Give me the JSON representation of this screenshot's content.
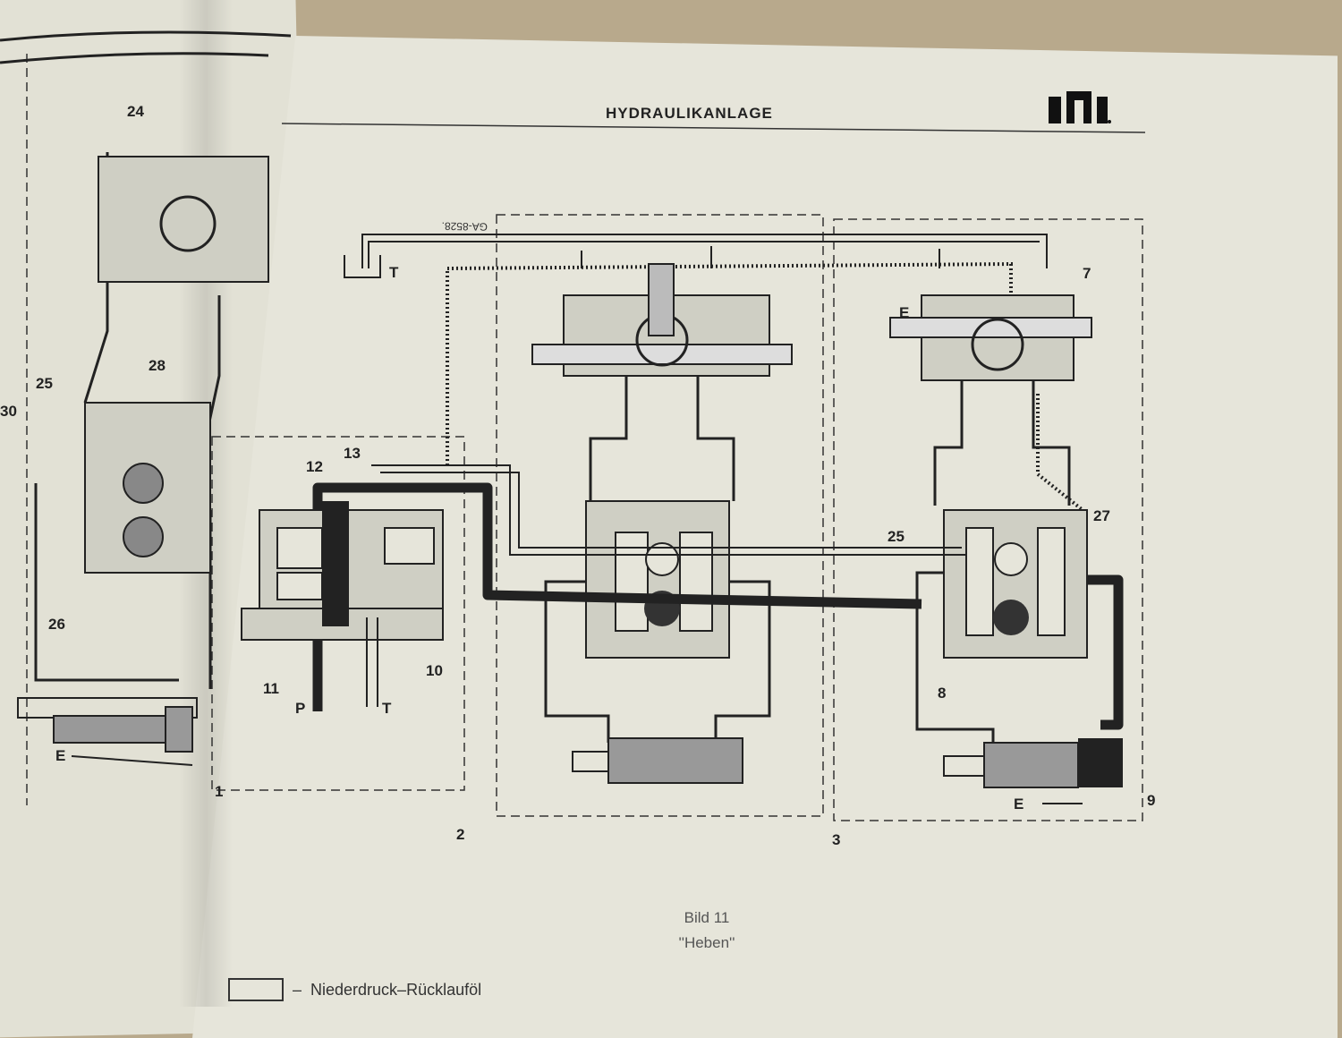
{
  "header": {
    "title": "HYDRAULIKANLAGE"
  },
  "caption": {
    "figure": "Bild 11",
    "mode": "''Heben''"
  },
  "legend": {
    "dash": "–",
    "label": "Niederdruck–Rücklauföl"
  },
  "diagram": {
    "stamp": "GA-8528.",
    "ports": {
      "tank": "T",
      "pressure": "P",
      "tank_return": "T",
      "extend_left": "E",
      "extend_mid": "E",
      "extend_right": "E"
    },
    "numbers": {
      "n1": "1",
      "n2": "2",
      "n3": "3",
      "n7": "7",
      "n8": "8",
      "n9": "9",
      "n10": "10",
      "n11": "11",
      "n12": "12",
      "n13": "13",
      "n24": "24",
      "n25a": "25",
      "n25b": "25",
      "n26": "26",
      "n27": "27",
      "n28": "28",
      "n30": "30"
    }
  },
  "colors": {
    "paper": "#e6e5da",
    "ink": "#222222",
    "background": "#b8a98c"
  }
}
